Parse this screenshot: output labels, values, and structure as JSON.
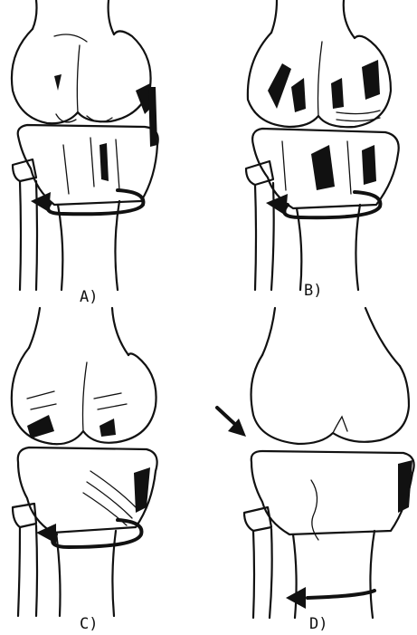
{
  "panels": [
    {
      "id": "A",
      "label": "A)"
    },
    {
      "id": "B",
      "label": "B)"
    },
    {
      "id": "C",
      "label": "C)"
    },
    {
      "id": "D",
      "label": "D)"
    }
  ],
  "colors": {
    "ink": "#111111",
    "background": "#ffffff"
  },
  "icons": [
    "rotation-arrow-icon",
    "valgus-force-arrow-icon"
  ]
}
